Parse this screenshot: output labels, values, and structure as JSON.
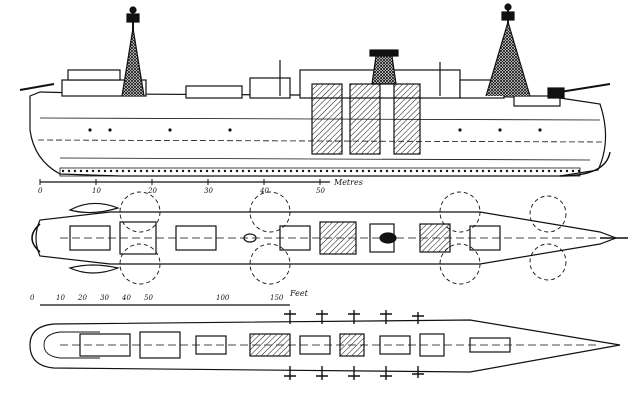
{
  "drawing": {
    "profile_scale_label": "Metres",
    "plan_scale_label": "Feet",
    "profile_scale_ticks": [
      "0",
      "10",
      "20",
      "30",
      "40",
      "50"
    ],
    "plan_scale_ticks": [
      "0",
      "10",
      "20",
      "30",
      "40",
      "50",
      "100",
      "150"
    ]
  },
  "colors": {
    "ink": "#111111",
    "paper": "#ffffff"
  }
}
